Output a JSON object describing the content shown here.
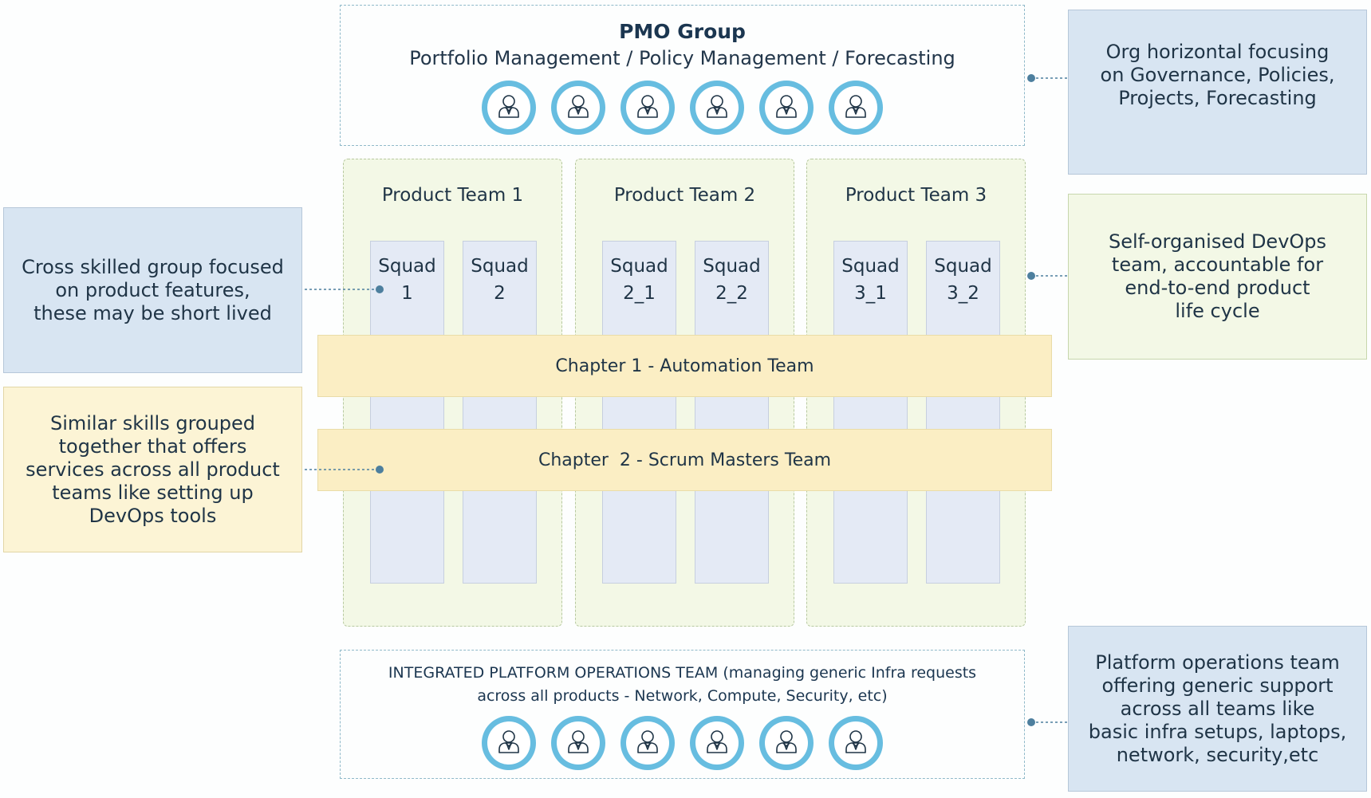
{
  "pmo": {
    "title": "PMO Group",
    "subtitle": "Portfolio Management / Policy Management / Forecasting",
    "member_icon": "person-icon",
    "member_count": 6
  },
  "product_teams": [
    {
      "title": "Product Team 1",
      "squads": [
        "Squad\n1",
        "Squad\n2"
      ]
    },
    {
      "title": "Product Team 2",
      "squads": [
        "Squad\n2_1",
        "Squad\n2_2"
      ]
    },
    {
      "title": "Product Team 3",
      "squads": [
        "Squad\n3_1",
        "Squad\n3_2"
      ]
    }
  ],
  "chapters": [
    {
      "label": "Chapter 1 - Automation Team"
    },
    {
      "label": "Chapter  2 - Scrum Masters Team"
    }
  ],
  "platform_ops": {
    "title": "INTEGRATED PLATFORM OPERATIONS TEAM (managing generic Infra requests across all products - Network, Compute, Security, etc)",
    "member_icon": "person-icon",
    "member_count": 6
  },
  "notes": {
    "org": "Org horizontal focusing\non Governance, Policies,\nProjects, Forecasting",
    "devops": "Self-organised DevOps\nteam, accountable for\nend-to-end product\nlife cycle",
    "platform": "Platform operations team\noffering generic support\nacross all teams like\nbasic infra setups, laptops,\nnetwork, security,etc",
    "cross": "Cross skilled group focused\non product features,\nthese may be short lived",
    "similar": "Similar skills grouped\ntogether that offers\nservices across all product\nteams like setting up\nDevOps tools"
  },
  "colors": {
    "person_ring": "#67bde0",
    "product_team_bg": "#f3f8e6",
    "squad_bg": "#e4eaf5",
    "chapter_bg": "#fbeec4",
    "note_blue": "#d8e5f2",
    "note_green": "#f3f8e6",
    "note_yellow": "#fcf4d5",
    "connector": "#4d7f9e"
  }
}
